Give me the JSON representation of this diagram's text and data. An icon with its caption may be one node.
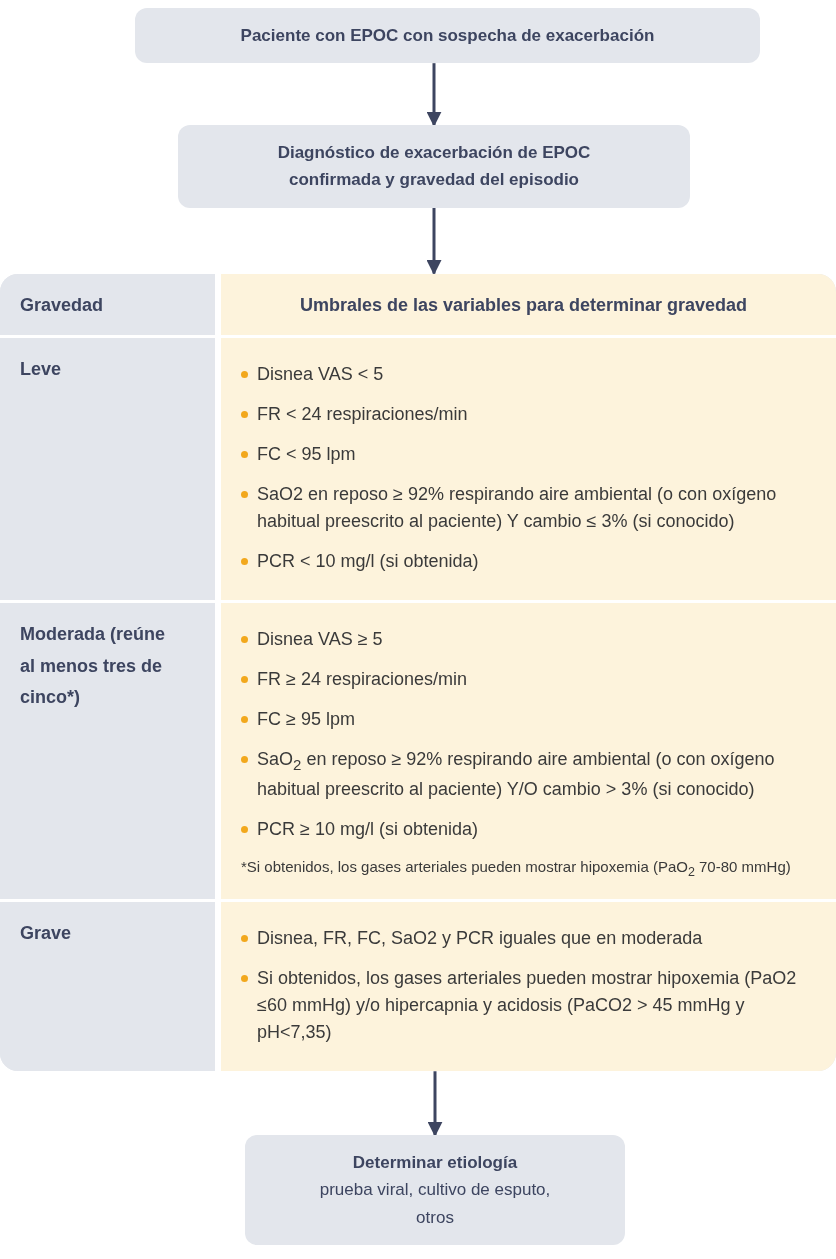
{
  "diagram": {
    "nodes": [
      {
        "text": [
          "Paciente con EPOC con sospecha de exacerbación"
        ]
      },
      {
        "text": [
          "Diagnóstico de exacerbación de EPOC confirmada y gravedad del episodio"
        ]
      },
      {
        "text": [
          "Gravedad",
          "Umbrales de las variables para determinar gravedad"
        ]
      },
      {
        "text": [
          "Leve",
          "Disnea VAS < 5",
          "FR < 24 respiraciones/min",
          "FC < 95 lpm",
          "SaO2 en reposo ≥ 92% respirando aire ambiental (o con oxígeno habitual preescrito al paciente) Y cambio ≤ 3% (si conocido)",
          "PCR < 10 mg/l (si obtenida)"
        ],
        "in": 2
      },
      {
        "text": [
          "Moderada (reúne al menos tres de cinco*)",
          "Disnea VAS ≥ 5",
          "FR ≥ 24 respiraciones/min",
          "FC ≥ 95 lpm",
          "SaO$_{2}$ en reposo ≥ 92% respirando aire ambiental (o con oxígeno habitual preescrito al paciente) Y/O cambio > 3% (si conocido)",
          "PCR ≥ 10 mg/l (si obtenida)",
          "*Si obtenidos, los gases arteriales pueden mostrar hipoxemia (PaO$_{2}$ 70-80 mmHg)"
        ],
        "in": 2
      },
      {
        "text": [
          "Grave",
          "Disnea, FR, FC, SaO2 y PCR iguales que en moderada",
          "Si obtenidos, los gases arteriales pueden mostrar hipoxemia (PaO2 ≤60 mmHg) y/o hipercapnia y acidosis (PaCO2 > 45 mmHg y pH<7,35)"
        ],
        "in": 2
      },
      {
        "text": [
          "Determinar etiología",
          "prueba viral, cultivo de esputo, otros"
        ]
      }
    ],
    "edges": [
      {
        "from": 0,
        "to": 1,
        "arrow": "to"
      },
      {
        "from": 1,
        "to": 2,
        "arrow": "to"
      },
      {
        "from": 2,
        "to": 6,
        "arrow": "to"
      }
    ]
  }
}
